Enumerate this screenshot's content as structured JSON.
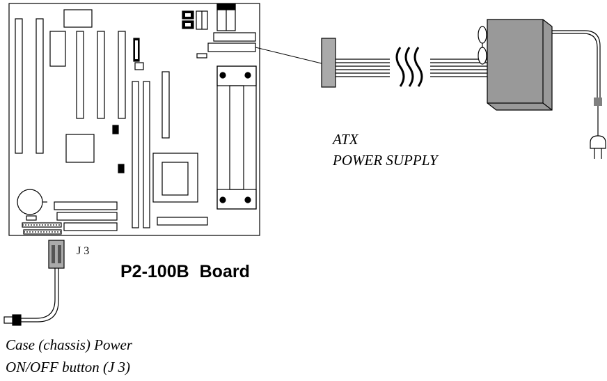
{
  "labels": {
    "atx_line1": "ATX",
    "atx_line2": "POWER SUPPLY",
    "j3": "J 3",
    "board_name": "P2-100B  Board",
    "case_line1": "Case (chassis) Power",
    "case_line2": "ON/OFF button (J 3)"
  },
  "colors": {
    "line": "#000000",
    "psu_fill": "#999999",
    "connector_fill": "#aaaaaa",
    "board_fill": "#ffffff"
  },
  "icons": {
    "psu_fan": "fan-icon",
    "ac_plug": "plug-icon",
    "cable_break": "wave-break-icon"
  }
}
